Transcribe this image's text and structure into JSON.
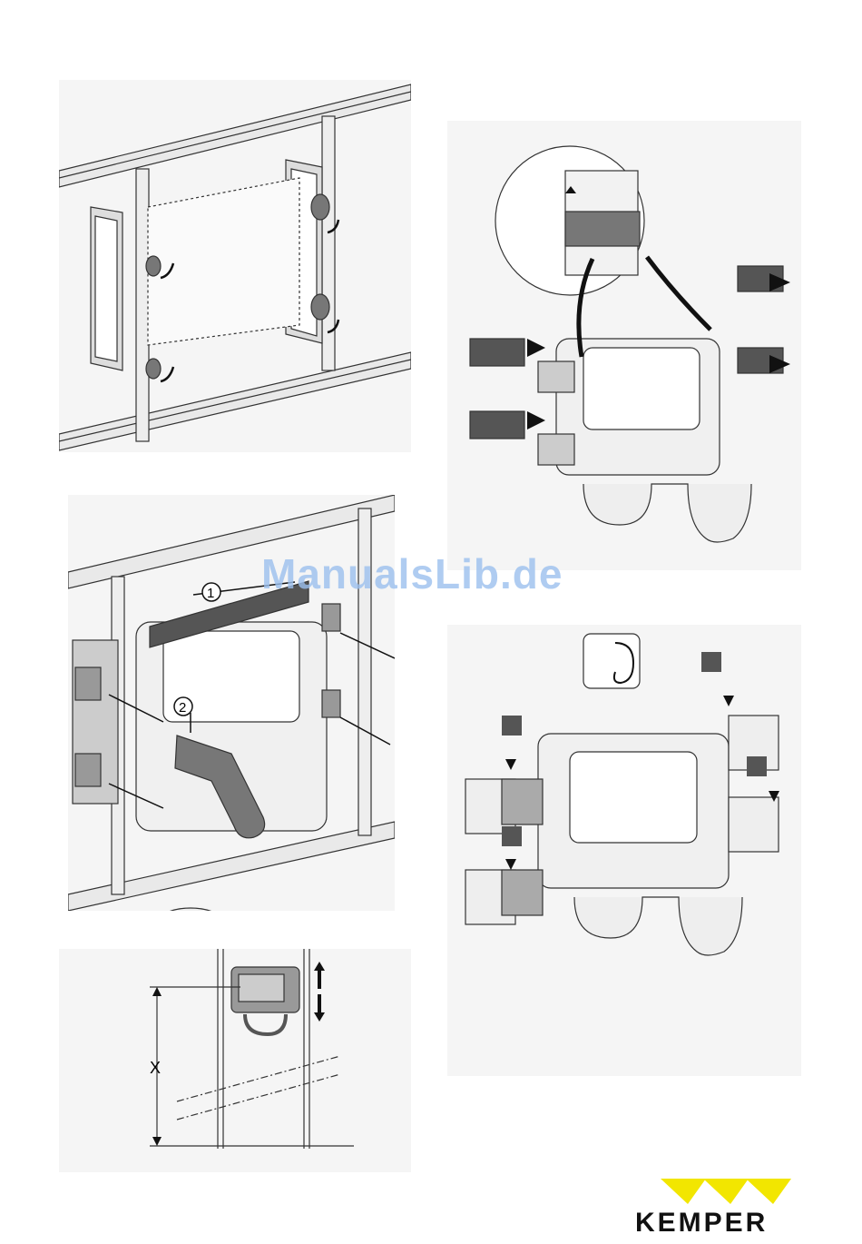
{
  "page": {
    "watermark": "ManualsLib.de",
    "brand": "KEMPER",
    "brand_color": "#f2e600"
  },
  "callouts": {
    "one": "1",
    "two": "2",
    "dimension": "X"
  },
  "icons": {
    "sound": "ear-sound-icon"
  }
}
